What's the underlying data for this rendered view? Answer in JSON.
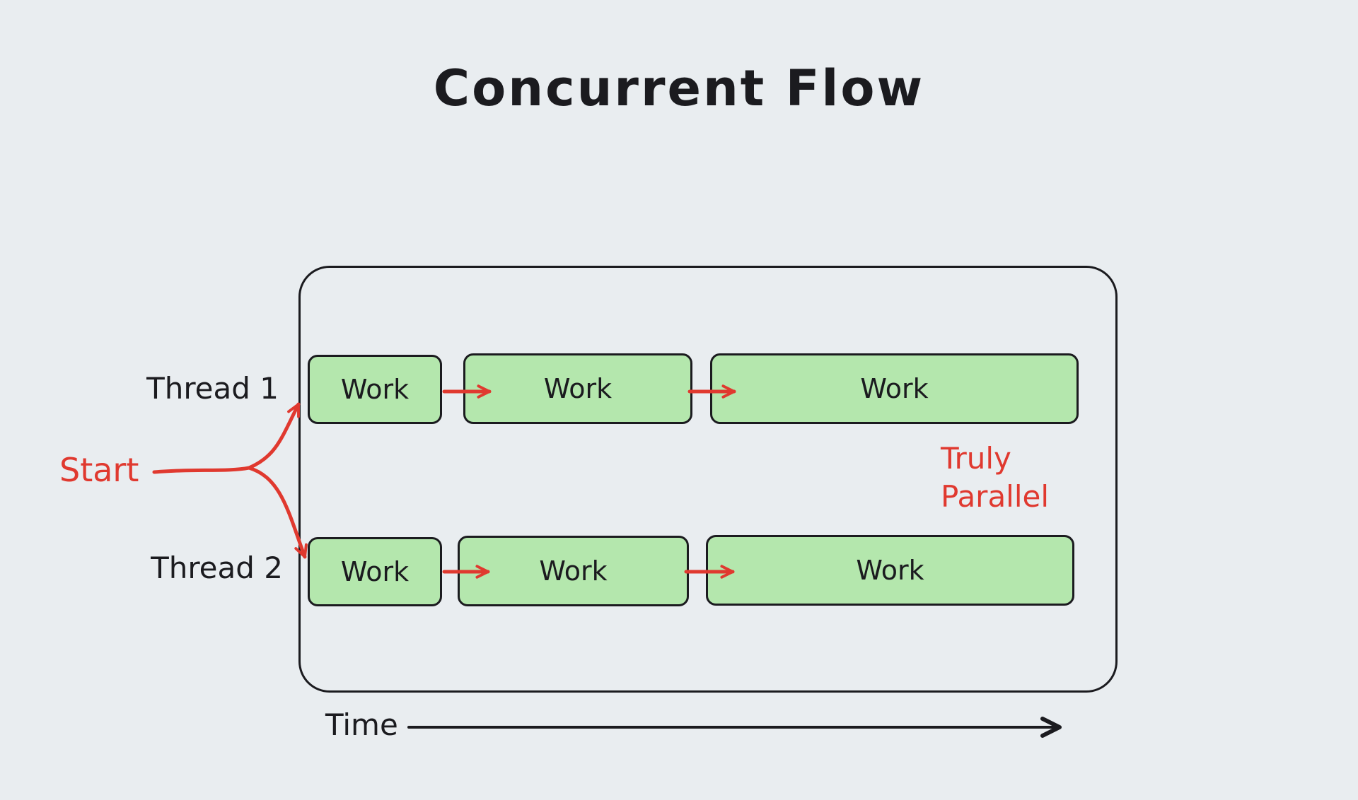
{
  "title": "Concurrent Flow",
  "colors": {
    "background": "#e9edf0",
    "stroke": "#1b1b1f",
    "green_fill": "#b4e7ad",
    "red": "#e0392f"
  },
  "threads": [
    {
      "label": "Thread 1",
      "boxes": [
        {
          "label": "Work"
        },
        {
          "label": "Work"
        },
        {
          "label": "Work"
        }
      ]
    },
    {
      "label": "Thread 2",
      "boxes": [
        {
          "label": "Work"
        },
        {
          "label": "Work"
        },
        {
          "label": "Work"
        }
      ]
    }
  ],
  "annotations": {
    "start": "Start",
    "truly_parallel": [
      "Truly",
      "Parallel"
    ],
    "time_axis": "Time"
  }
}
